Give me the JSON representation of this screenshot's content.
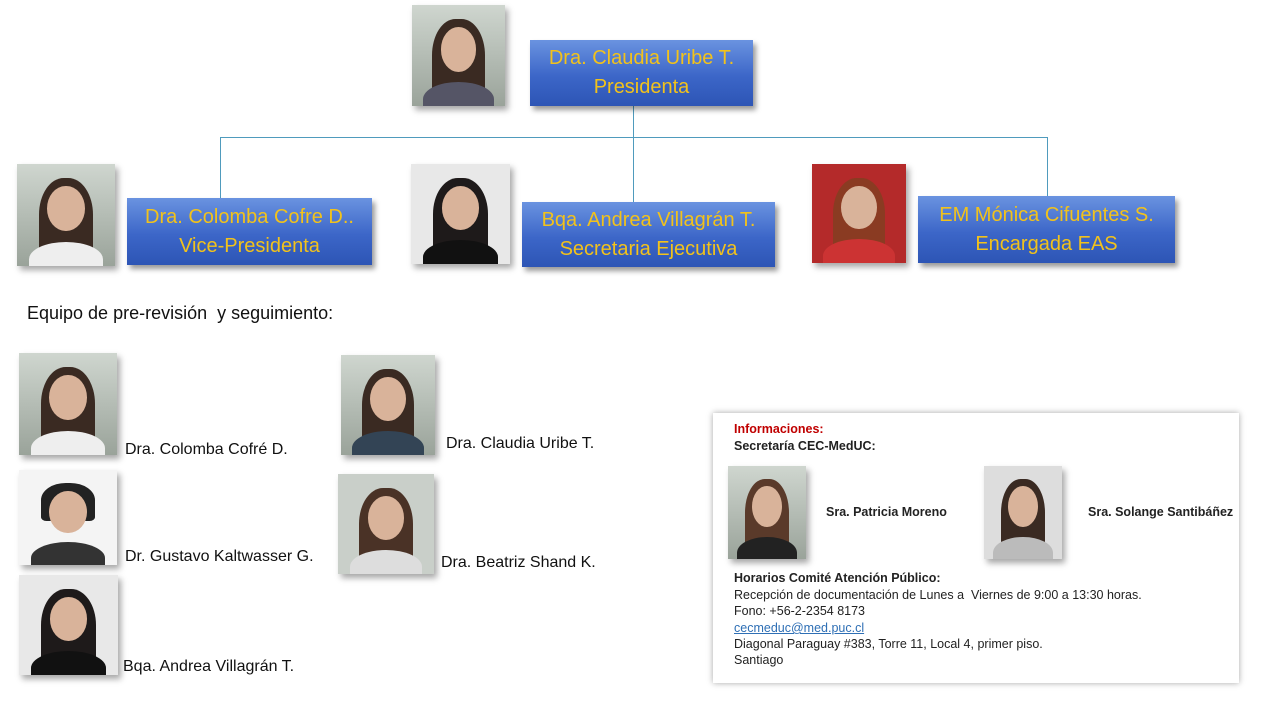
{
  "org_chart": {
    "president": {
      "name": "Dra. Claudia Uribe T.",
      "role": "Presidenta"
    },
    "members": [
      {
        "name": "Dra. Colomba Cofre D..",
        "role": "Vice-Presidenta"
      },
      {
        "name": "Bqa. Andrea Villagrán T.",
        "role": "Secretaria Ejecutiva"
      },
      {
        "name": "EM Mónica Cifuentes S.",
        "role": "Encargada EAS"
      }
    ]
  },
  "team": {
    "heading": "Equipo de pre-revisión  y seguimiento:",
    "people": [
      "Dra. Colomba Cofré D.",
      "Dr. Gustavo Kaltwasser G.",
      "Bqa. Andrea Villagrán T.",
      "Dra. Claudia Uribe T.",
      "Dra. Beatriz Shand K."
    ]
  },
  "info": {
    "title": "Informaciones:",
    "secretariat": "Secretaría CEC-MedUC:",
    "secretaries": [
      "Sra. Patricia Moreno",
      "Sra. Solange Santibáñez"
    ],
    "hours_title": "Horarios Comité Atención Público:",
    "reception": "Recepción de documentación de Lunes a  Viernes de 9:00 a 13:30 horas.",
    "phone": "Fono: +56-2-2354 8173",
    "email": "cecmeduc@med.puc.cl",
    "address": "Diagonal Paraguay #383, Torre 11, Local 4, primer piso.",
    "city": "Santiago"
  },
  "colors": {
    "box_text": "#f2c21b",
    "box_fill": "#3c66c8",
    "connector": "#4f9bbd",
    "info_title": "#c00000",
    "link": "#2e6fb5"
  }
}
